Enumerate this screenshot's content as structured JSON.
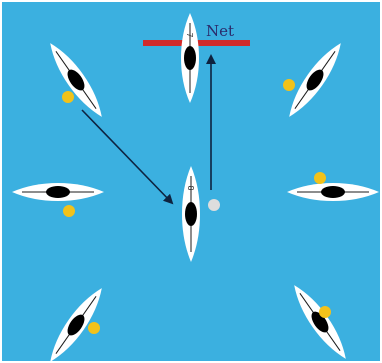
{
  "colors": {
    "water": "#3BB0E0",
    "frame": "#FFFFFF",
    "kayak": "#FFFFFF",
    "cockpit": "#000000",
    "ball": "#F2C21A",
    "net": "#D12B2B",
    "net_label": "#2B2B6B",
    "arrow": "#0E2340",
    "field_ball": "#DDDDDD"
  },
  "net": {
    "label": "Net"
  },
  "kayaks": [
    {
      "id": "top-center",
      "number": "7",
      "has_ball": false
    },
    {
      "id": "top-left",
      "number": "",
      "has_ball": true
    },
    {
      "id": "top-right",
      "number": "",
      "has_ball": true
    },
    {
      "id": "mid-left",
      "number": "",
      "has_ball": true
    },
    {
      "id": "center",
      "number": "8",
      "has_ball": false
    },
    {
      "id": "mid-right",
      "number": "",
      "has_ball": true
    },
    {
      "id": "bottom-left",
      "number": "",
      "has_ball": true
    },
    {
      "id": "bottom-right",
      "number": "",
      "has_ball": true
    }
  ],
  "icons": {
    "kayak": "kayak-icon",
    "ball": "ball-icon",
    "arrow": "arrow-icon"
  }
}
